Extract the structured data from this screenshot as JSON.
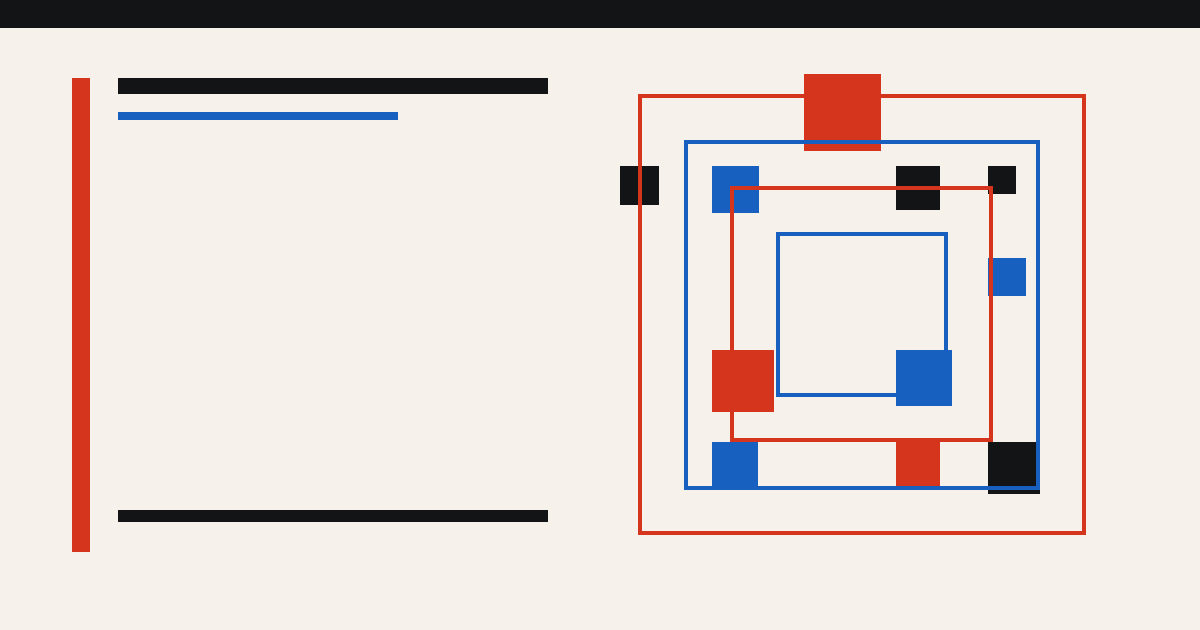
{
  "palette": {
    "background": "#f6f2eb",
    "ink": "#131416",
    "red": "#d5351c",
    "blue": "#1860bf"
  },
  "artwork": {
    "frames": [
      {
        "name": "outer-red-frame",
        "color": "red"
      },
      {
        "name": "outer-blue-frame",
        "color": "blue"
      },
      {
        "name": "inner-red-frame",
        "color": "red"
      },
      {
        "name": "inner-blue-frame",
        "color": "blue"
      }
    ],
    "blocks": [
      {
        "name": "top-red-block",
        "color": "red"
      },
      {
        "name": "left-black-block",
        "color": "ink"
      },
      {
        "name": "upper-blue-block",
        "color": "blue"
      },
      {
        "name": "upper-black-block",
        "color": "ink"
      },
      {
        "name": "corner-black-block",
        "color": "ink"
      },
      {
        "name": "right-blue-block",
        "color": "blue"
      },
      {
        "name": "middle-red-block",
        "color": "red"
      },
      {
        "name": "middle-blue-block",
        "color": "blue"
      },
      {
        "name": "lower-blue-block",
        "color": "blue"
      },
      {
        "name": "lower-red-block",
        "color": "red"
      },
      {
        "name": "lower-black-block",
        "color": "ink"
      }
    ]
  }
}
